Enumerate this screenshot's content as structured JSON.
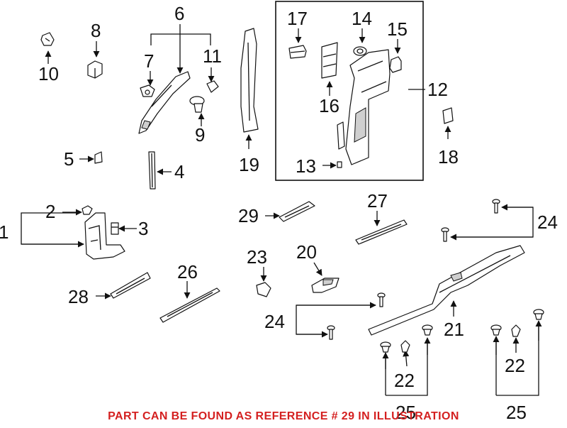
{
  "diagram": {
    "callouts": {
      "c1": "1",
      "c2": "2",
      "c3": "3",
      "c4": "4",
      "c5": "5",
      "c6": "6",
      "c7": "7",
      "c8": "8",
      "c9": "9",
      "c10": "10",
      "c11": "11",
      "c12": "12",
      "c13": "13",
      "c14": "14",
      "c15": "15",
      "c16": "16",
      "c17": "17",
      "c18": "18",
      "c19": "19",
      "c20": "20",
      "c21": "21",
      "c22a": "22",
      "c22b": "22",
      "c23": "23",
      "c24a": "24",
      "c24b": "24",
      "c25a": "25",
      "c25b": "25",
      "c26": "26",
      "c27": "27",
      "c28": "28",
      "c29": "29"
    },
    "note": "PART CAN BE FOUND AS REFERENCE # 29 IN ILLUSTRATION",
    "note_color": "#d42020"
  }
}
